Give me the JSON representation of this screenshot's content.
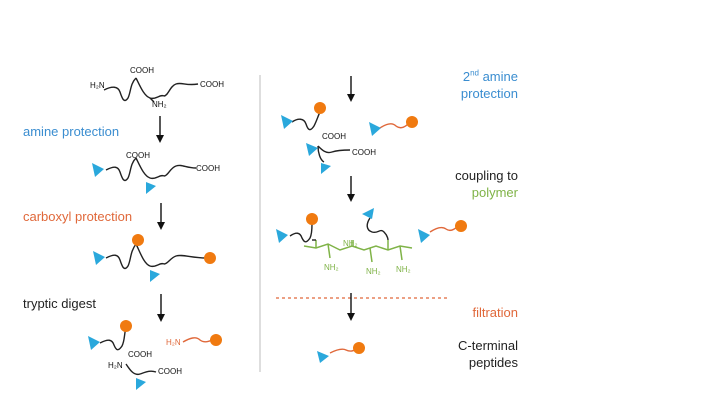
{
  "colors": {
    "blue": "#3a8dd0",
    "orange": "#e07a2c",
    "green": "#7fb347",
    "black": "#222222",
    "divider": "#c8c8c8",
    "dashed": "#e0683a"
  },
  "icons": {
    "protecting_group": "cyan-triangle",
    "carboxyl_group": "orange-circle"
  },
  "labels": {
    "amine_protection": "amine protection",
    "carboxyl_protection": "carboxyl protection",
    "tryptic_digest": "tryptic digest",
    "second_amine_sup": "nd",
    "second_amine_num": "2",
    "second_amine_rest": " amine",
    "second_amine_line2": "protection",
    "coupling_to": "coupling to",
    "polymer": "polymer",
    "filtration": "filtration",
    "c_terminal": "C-terminal",
    "peptides": "peptides"
  },
  "chem": {
    "cooh": "COOH",
    "h2n": "H₂N",
    "nh2": "NH₂"
  }
}
